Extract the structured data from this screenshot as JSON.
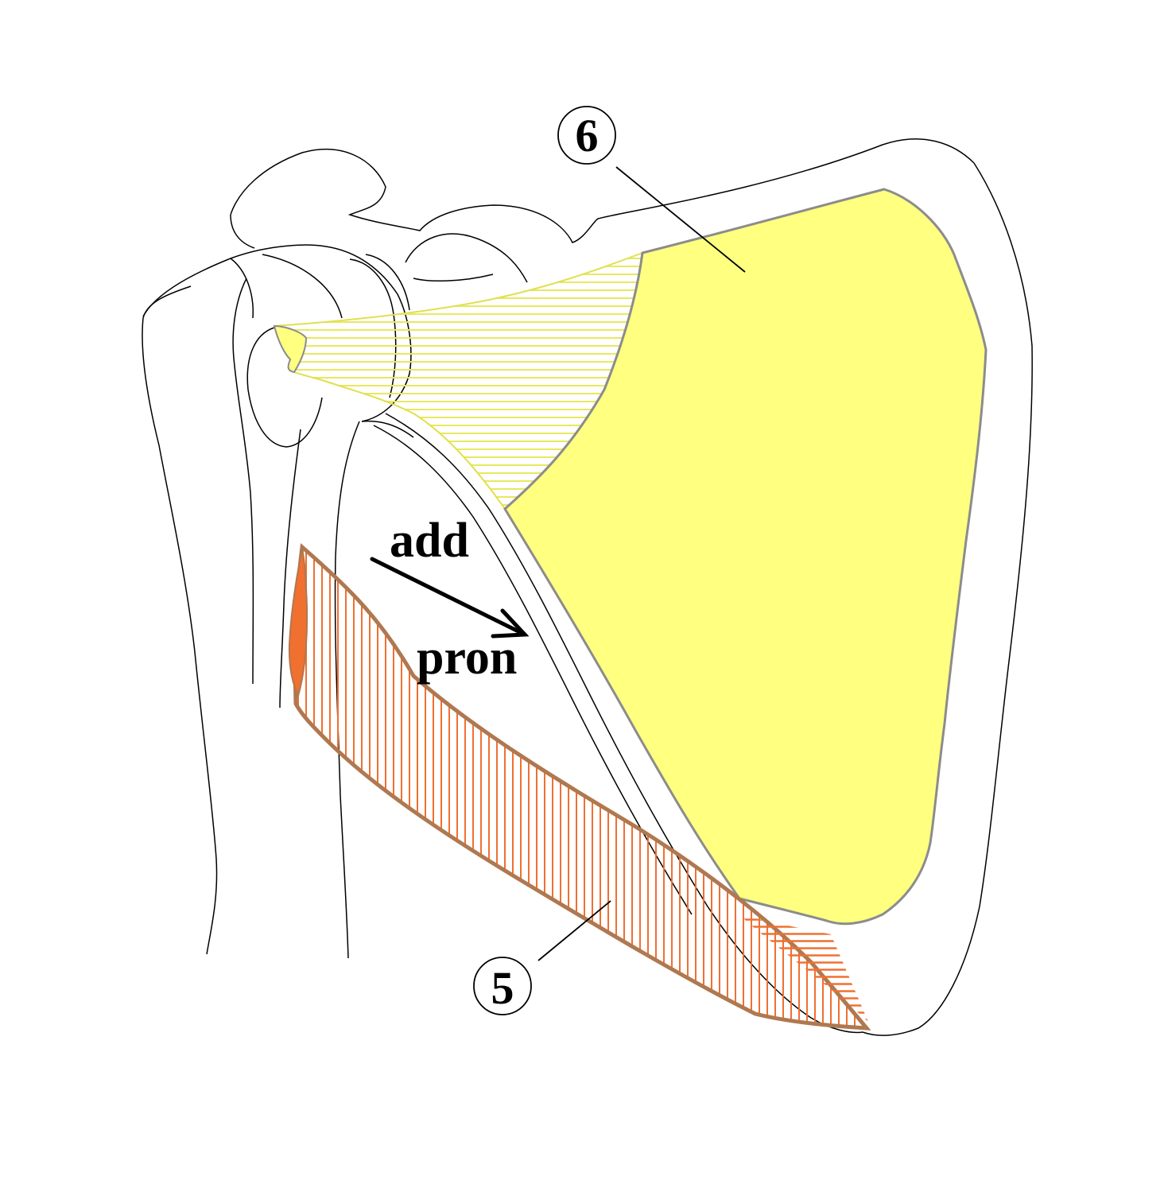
{
  "labels": {
    "muscle_6": "6",
    "muscle_5": "5",
    "action_1": "add",
    "action_2": "pron"
  },
  "colors": {
    "outline": "#000000",
    "muscle_6_fill": "#FFFF80",
    "muscle_6_border": "#8C8C8C",
    "muscle_6_tendon_hatch": "#E8E860",
    "muscle_5_hatch": "#F07030",
    "muscle_5_border": "#B07850",
    "muscle_5_solid": "#F07030",
    "background": "#FFFFFF"
  }
}
